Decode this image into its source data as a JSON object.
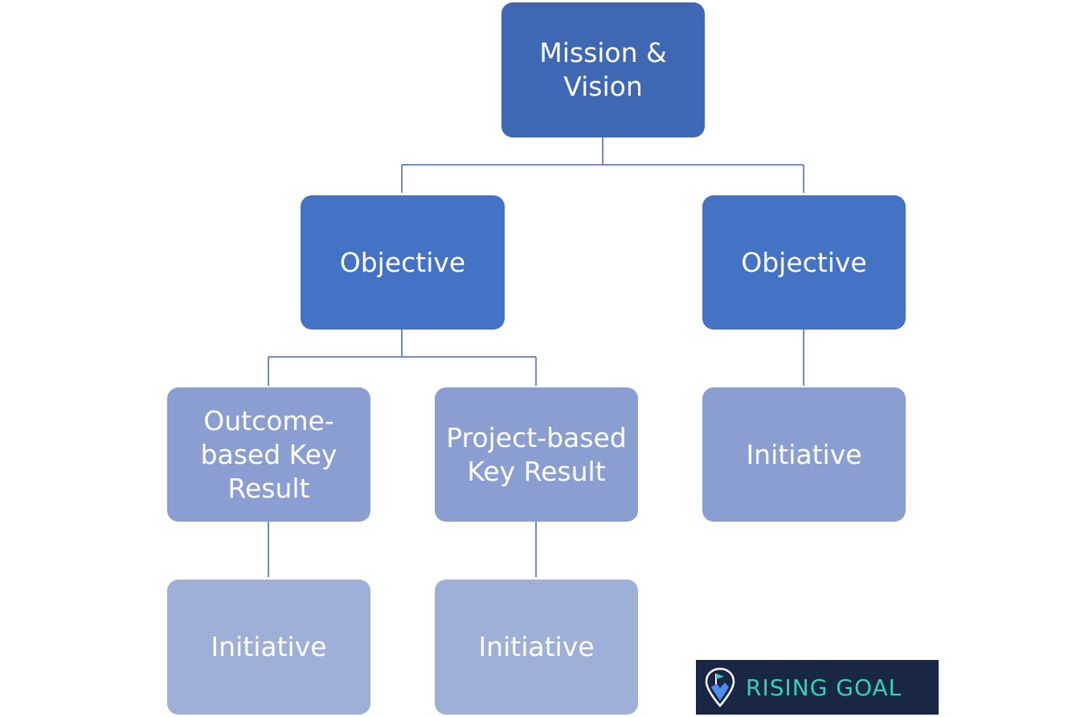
{
  "nodes": {
    "mission": "Mission &\nVision",
    "objective_left": "Objective",
    "objective_right": "Objective",
    "outcome_key_result": "Outcome-\nbased Key\nResult",
    "project_key_result": "Project-based\nKey Result",
    "initiative_right": "Initiative",
    "initiative_left": "Initiative",
    "initiative_middle": "Initiative"
  },
  "logo": {
    "text": "RISING GOAL",
    "icon": "map-pin-flag-icon"
  },
  "colors": {
    "level1": "#3E68B3",
    "level2": "#4472C4",
    "level3": "#8A9ED2",
    "level4": "#9EAFD8",
    "connector": "#6F8BC8",
    "logo_background": "#1A2744",
    "logo_text": "#33D3B5"
  }
}
